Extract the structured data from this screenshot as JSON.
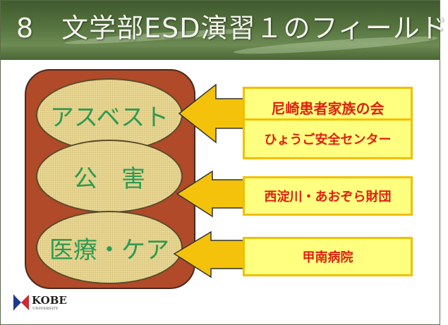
{
  "slide": {
    "title": "8　文学部ESD演習１のフィールド"
  },
  "diagram": {
    "topics": [
      "アスベスト",
      "公　害",
      "医療・ケア"
    ],
    "organizations": [
      "尼崎患者家族の会",
      "ひょうご安全センター",
      "西淀川・あおぞら財団",
      "甲南病院"
    ]
  },
  "logo": {
    "name": "KOBE",
    "subtitle": "UNIVERSITY"
  },
  "colors": {
    "title_bar": "#56743f",
    "title_text": "#f4f4ee",
    "panel": "#b04a28",
    "oval_fill": "#ead996",
    "topic_text": "#2e9a52",
    "box_fill": "#ffff80",
    "box_border": "#f2be00",
    "box_text": "#e02010",
    "arrow": "#f4c20a"
  }
}
